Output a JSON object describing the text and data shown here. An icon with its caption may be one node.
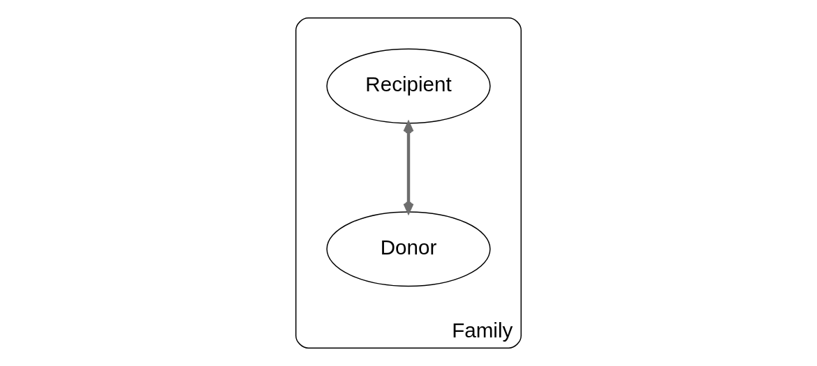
{
  "diagram": {
    "nodes": [
      {
        "text": [
          "Family"
        ]
      },
      {
        "text": [
          "Recipient"
        ],
        "in": 0
      },
      {
        "text": [
          "Donor"
        ],
        "in": 0
      }
    ],
    "edges": [
      {
        "from": 2,
        "to": 1,
        "arrow": "both",
        "color": "#6d6d6d"
      }
    ]
  }
}
